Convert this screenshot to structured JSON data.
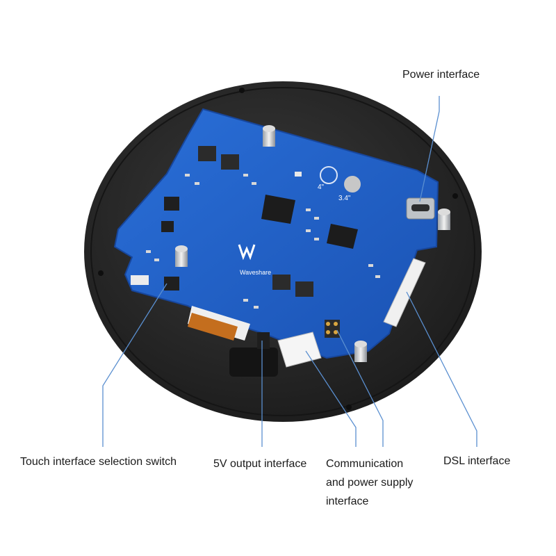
{
  "board": {
    "brand": "Waveshare",
    "silk_4": "4\"",
    "silk_34": "3.4\""
  },
  "callouts": {
    "power": "Power interface",
    "touch_switch": "Touch interface selection switch",
    "out_5v": "5V output interface",
    "comm_power": "Communication\nand power supply\ninterface",
    "dsl": "DSL interface"
  },
  "colors": {
    "leader": "#5a8fd0",
    "pcb": "#1f5fc7",
    "disc": "#272727"
  }
}
